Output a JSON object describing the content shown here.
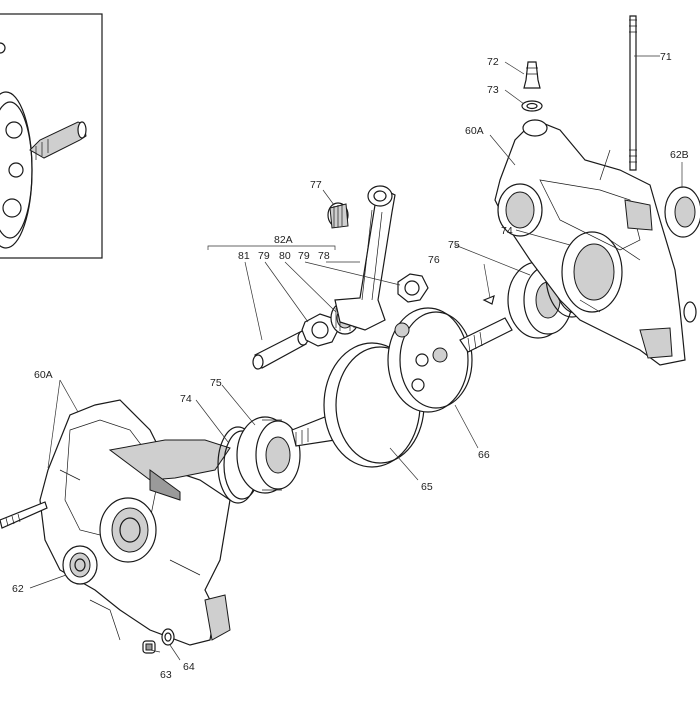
{
  "diagram": {
    "labels": {
      "l60a_top": "60A",
      "l60a_left": "60A",
      "l62": "62",
      "l62b": "62B",
      "l63": "63",
      "l64": "64",
      "l65": "65",
      "l66": "66",
      "l71": "71",
      "l72": "72",
      "l73": "73",
      "l74_top": "74",
      "l74_left": "74",
      "l75_top": "75",
      "l75_left": "75",
      "l76": "76",
      "l77": "77",
      "l78": "78",
      "l79a": "79",
      "l79b": "79",
      "l80": "80",
      "l81": "81",
      "l82a": "82A"
    }
  }
}
